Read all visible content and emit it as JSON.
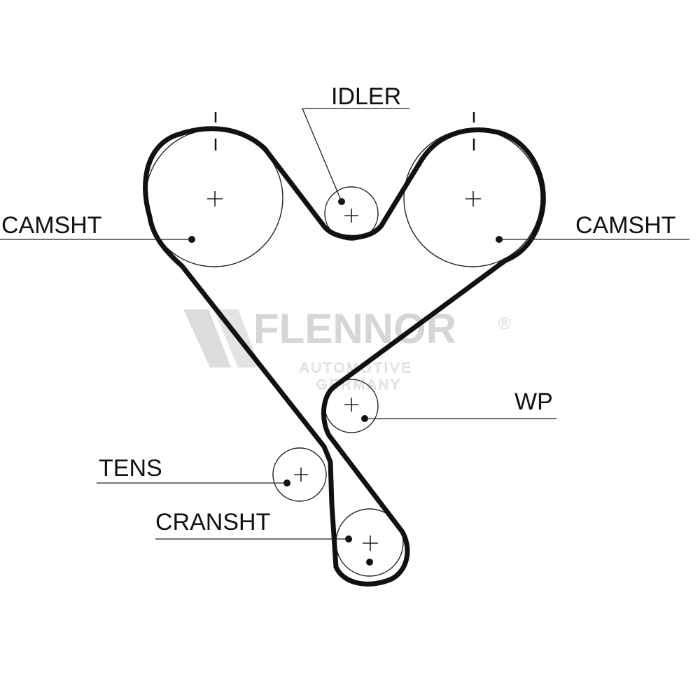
{
  "labels": {
    "camshaft_left": "CAMSHT",
    "camshaft_right": "CAMSHT",
    "idler": "IDLER",
    "water_pump": "WP",
    "tensioner": "TENS",
    "crankshaft": "CRANSHT"
  },
  "watermark": {
    "brand": "FLENNOR",
    "registered": "®",
    "line1": "AUTOMOTIVE",
    "line2": "GERMANY"
  },
  "colors": {
    "belt": "#111111",
    "watermark": "#d6d6d6"
  }
}
